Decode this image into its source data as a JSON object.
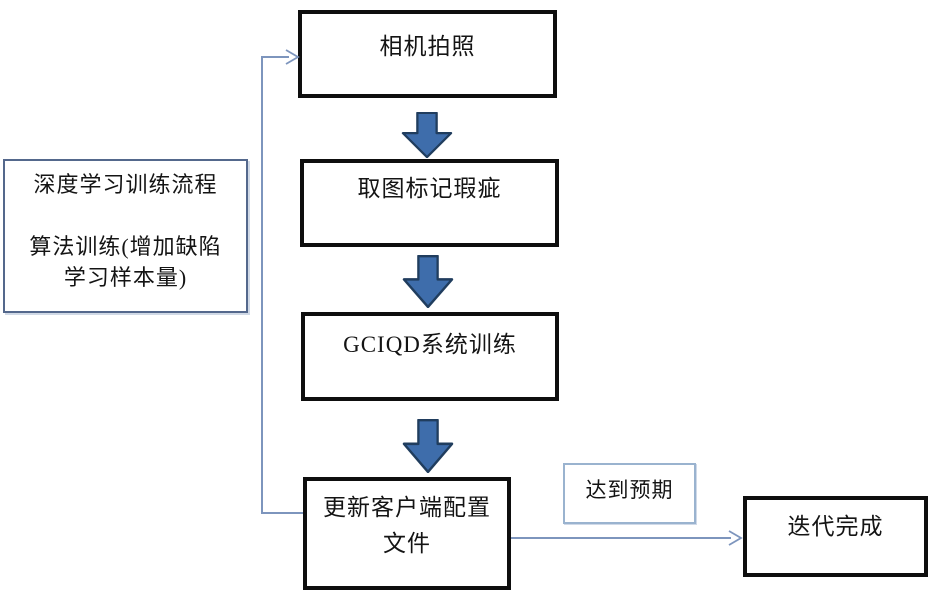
{
  "diagram": {
    "nodes": {
      "camera": {
        "label": "相机拍照"
      },
      "mark_defects": {
        "label": "取图标记瑕疵"
      },
      "system_training": {
        "label": "GCIQD系统训练"
      },
      "update_client_config": {
        "label": "更新客户端配置\n文件"
      },
      "process_note": {
        "label": "深度学习训练流程\n\n算法训练(增加缺陷\n学习样本量)"
      },
      "condition": {
        "label": "达到预期"
      },
      "iteration_complete": {
        "label": "迭代完成"
      }
    },
    "colors": {
      "box_border": "#0e0e0e",
      "note_border": "#54688c",
      "condition_border": "#9ab3cf",
      "connector": "#7d95bd",
      "arrow_fill": "#3e6dab",
      "arrow_stroke": "#203d5e",
      "text": "#141414",
      "background": "#ffffff"
    }
  }
}
